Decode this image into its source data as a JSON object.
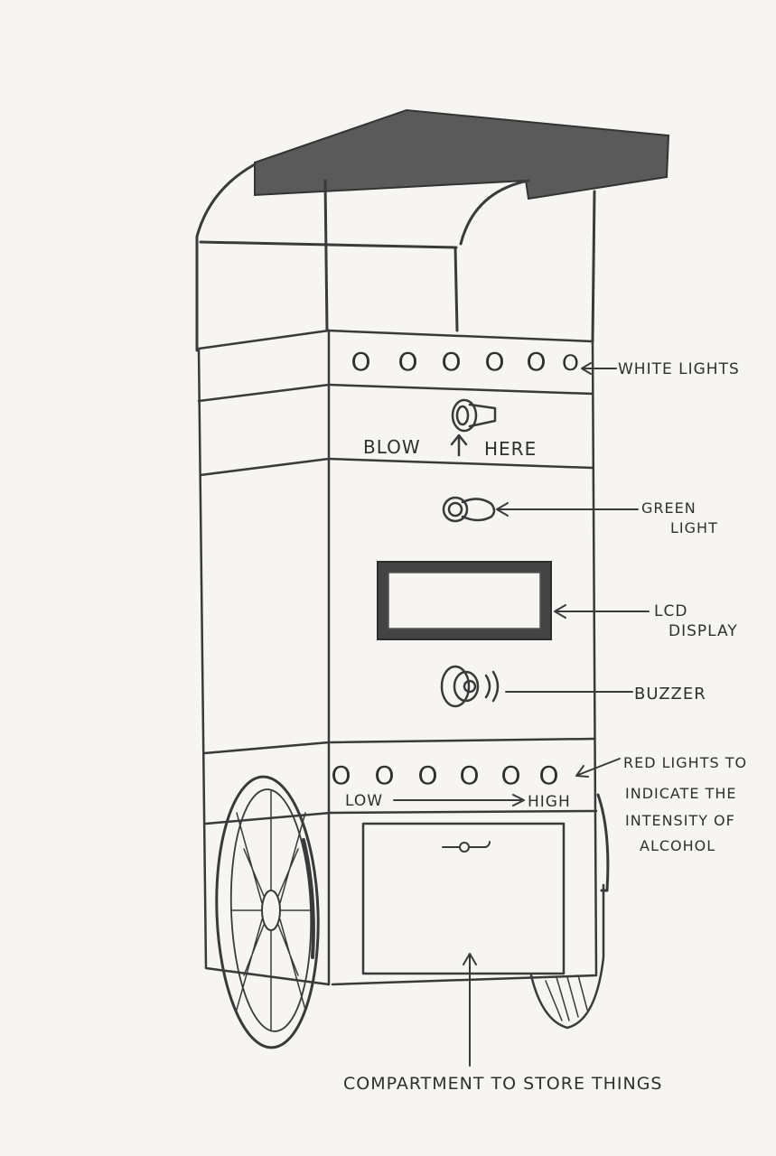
{
  "labels": {
    "white_lights": "WHITE LIGHTS",
    "blow_here_left": "BLOW",
    "blow_here_right": "HERE",
    "green_light_1": "GREEN",
    "green_light_2": "LIGHT",
    "lcd_1": "LCD",
    "lcd_2": "DISPLAY",
    "buzzer": "BUZZER",
    "red_lights_1": "RED LIGHTS TO",
    "red_lights_2": "INDICATE THE",
    "red_lights_3": "INTENSITY OF",
    "red_lights_4": "ALCOHOL",
    "low": "LOW",
    "high": "HIGH",
    "compartment": "COMPARTMENT TO STORE THINGS",
    "white_light_glyph": "O",
    "red_light_glyph": "O"
  },
  "colors": {
    "pencil": "#3a3a3a",
    "roof": "#5a5a5a",
    "paper": "#f6f5f2"
  }
}
